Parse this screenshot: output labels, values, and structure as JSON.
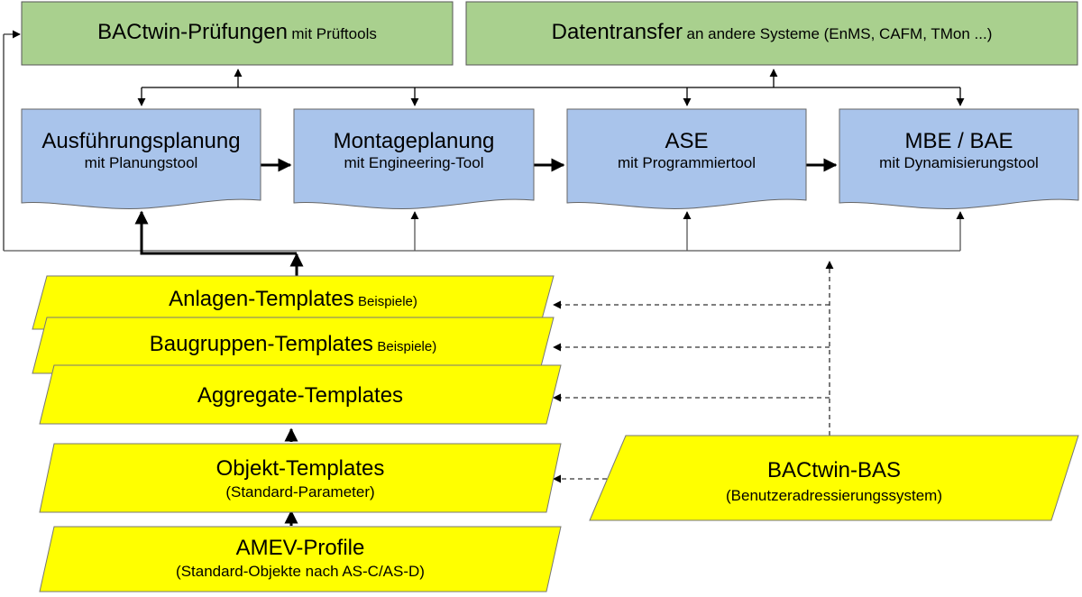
{
  "colors": {
    "green_box": "#a9d08e",
    "blue_box": "#a9c4eb",
    "yellow_box": "#ffff00",
    "line": "#000000",
    "thin_line": "#555555"
  },
  "top_boxes": {
    "pruefungen": {
      "title": "BACtwin-Prüfungen",
      "subtitle": "mit Prüftools"
    },
    "datentransfer": {
      "title": "Datentransfer",
      "subtitle": "an andere Systeme (EnMS, CAFM, TMon ...)"
    }
  },
  "process_boxes": [
    {
      "title": "Ausführungsplanung",
      "subtitle": "mit Planungstool"
    },
    {
      "title": "Montageplanung",
      "subtitle": "mit Engineering-Tool"
    },
    {
      "title": "ASE",
      "subtitle": "mit Programmiertool"
    },
    {
      "title": "MBE / BAE",
      "subtitle": "mit Dynamisierungstool"
    }
  ],
  "templates": {
    "anlagen": {
      "title": "Anlagen-Templates",
      "note": "Beispiele)"
    },
    "baugruppen": {
      "title": "Baugruppen-Templates",
      "note": "Beispiele)"
    },
    "aggregate": {
      "title": "Aggregate-Templates"
    },
    "objekt": {
      "title": "Objekt-Templates",
      "subtitle": "(Standard-Parameter)"
    },
    "amev": {
      "title": "AMEV-Profile",
      "subtitle": "(Standard-Objekte nach AS-C/AS-D)"
    }
  },
  "bas": {
    "title": "BACtwin-BAS",
    "subtitle": "(Benutzeradressierungssystem)"
  }
}
